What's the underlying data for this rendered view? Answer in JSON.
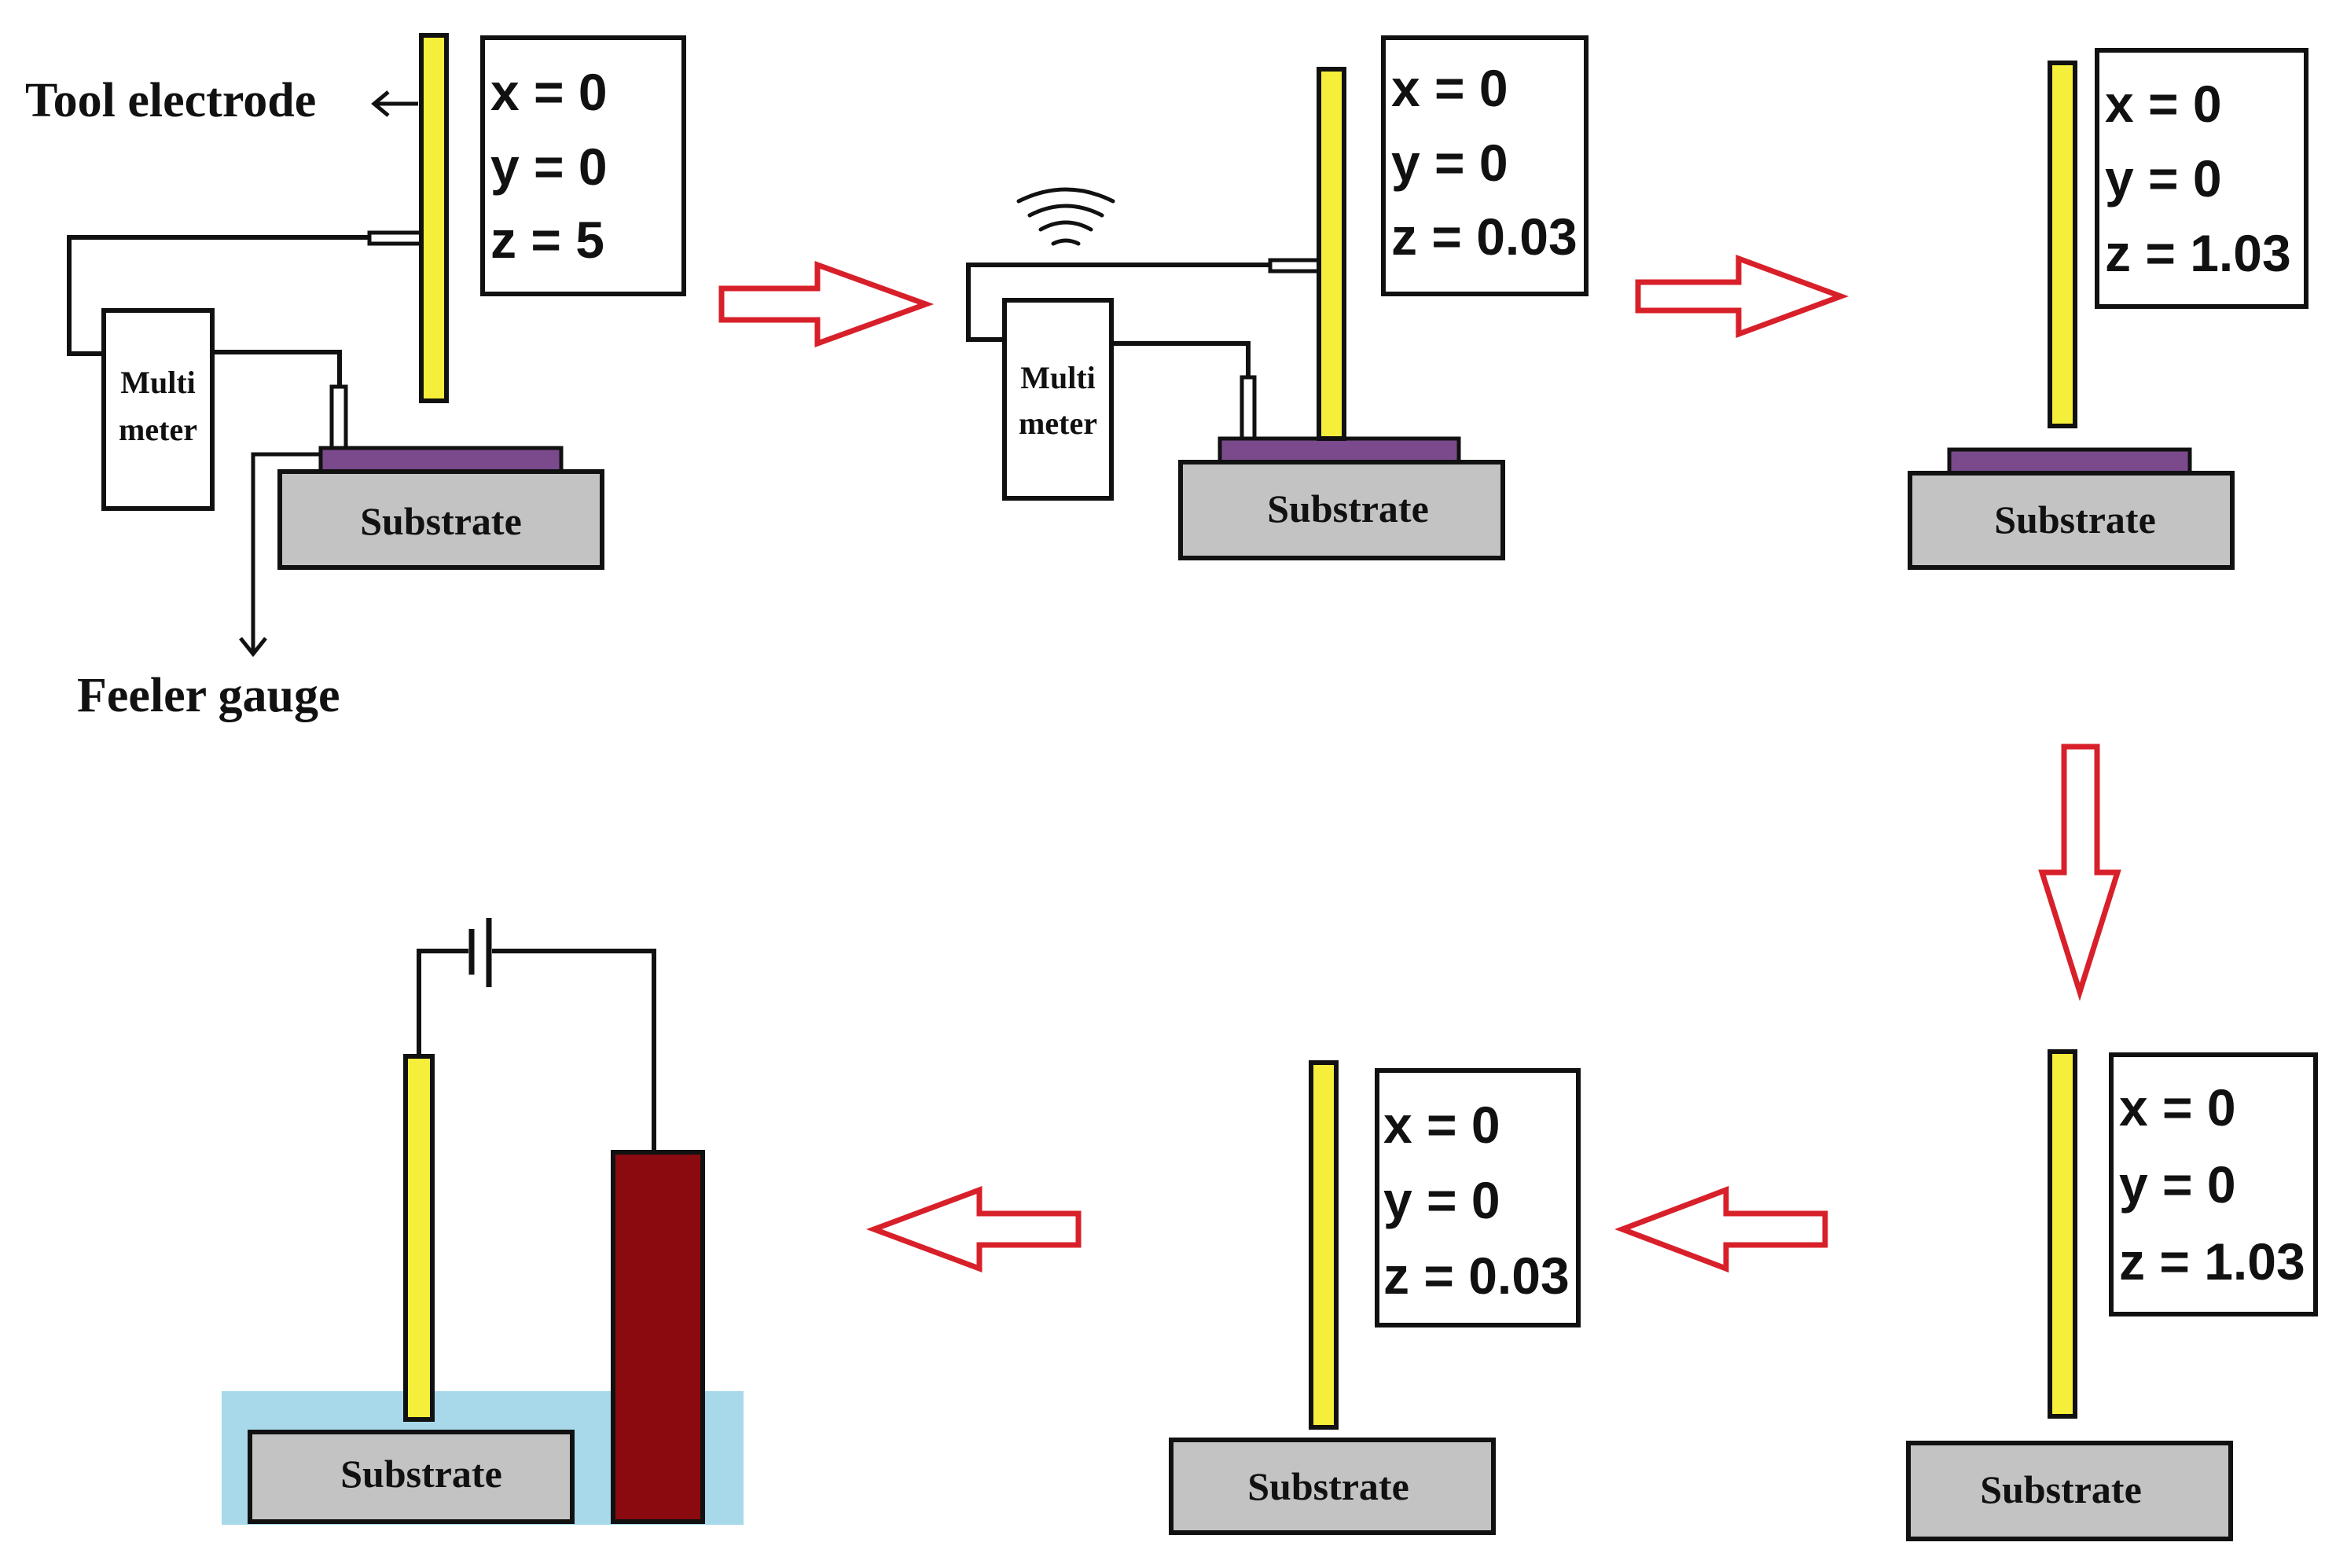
{
  "labels": {
    "tool_electrode": "Tool electrode",
    "feeler_gauge": "Feeler gauge",
    "multimeter_line1": "Multi",
    "multimeter_line2": "meter",
    "substrate": "Substrate"
  },
  "steps": [
    {
      "x": "x = 0",
      "y": "y = 0",
      "z": "z = 5"
    },
    {
      "x": "x = 0",
      "y": "y = 0",
      "z": "z = 0.03"
    },
    {
      "x": "x = 0",
      "y": "y = 0",
      "z": "z = 1.03"
    },
    {
      "x": "x = 0",
      "y": "y = 0",
      "z": "z = 1.03"
    },
    {
      "x": "x = 0",
      "y": "y = 0",
      "z": "z = 0.03"
    }
  ],
  "colors": {
    "electrode": "#f5ee3a",
    "substrate": "#c3c3c3",
    "feeler_gauge": "#7a4a8c",
    "flow_arrow": "#d8202a",
    "counter_electrode": "#8b0a10",
    "electrolyte": "#a7d9ea"
  }
}
